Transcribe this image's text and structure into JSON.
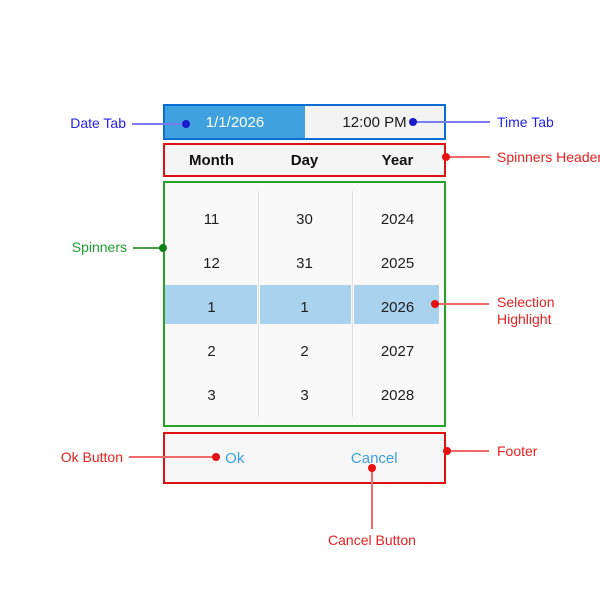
{
  "widget": {
    "tabs": {
      "date_label": "1/1/2026",
      "time_label": "12:00 PM"
    },
    "header": {
      "columns": [
        "Month",
        "Day",
        "Year"
      ]
    },
    "spinners": {
      "selected_row_index": 2,
      "rows": [
        {
          "month": "11",
          "day": "30",
          "year": "2024"
        },
        {
          "month": "12",
          "day": "31",
          "year": "2025"
        },
        {
          "month": "1",
          "day": "1",
          "year": "2026"
        },
        {
          "month": "2",
          "day": "2",
          "year": "2027"
        },
        {
          "month": "3",
          "day": "3",
          "year": "2028"
        }
      ]
    },
    "footer": {
      "ok_label": "Ok",
      "cancel_label": "Cancel"
    }
  },
  "annotations": {
    "date_tab": "Date Tab",
    "time_tab": "Time Tab",
    "spinners_header": "Spinners Header",
    "spinners": "Spinners",
    "selection_highlight": "Selection Highlight",
    "ok_button": "Ok Button",
    "footer": "Footer",
    "cancel_button": "Cancel Button"
  },
  "colors": {
    "annotation_blue": "#2323e6",
    "annotation_red": "#e62222",
    "annotation_green": "#1f9e2e",
    "tabs_border": "#0a6ed7",
    "header_footer_border": "#dd1111",
    "spinners_border": "#27a427",
    "selected_tab_fill": "#3fa2de",
    "selection_highlight_fill": "#a9d2ef",
    "footer_button_text": "#3c9fdd"
  }
}
